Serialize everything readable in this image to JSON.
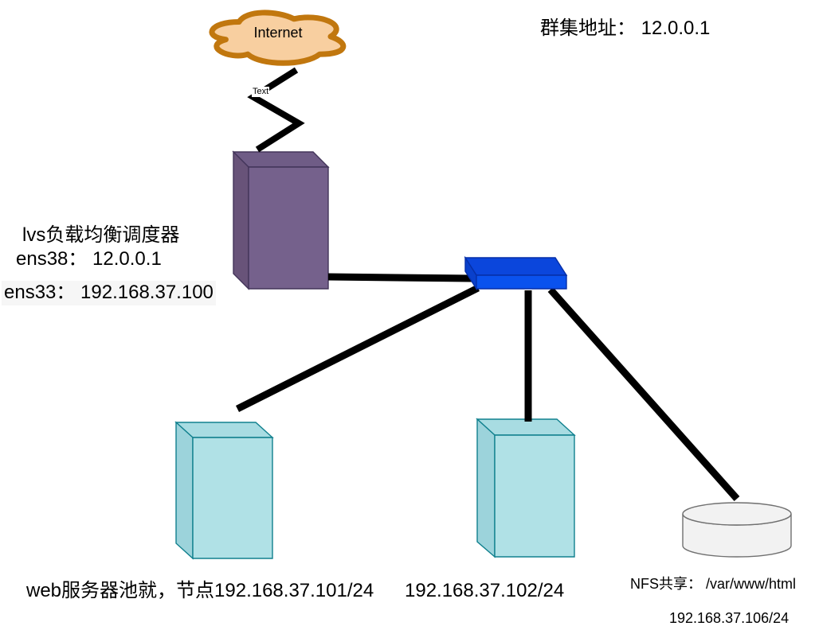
{
  "nodes": {
    "internet": {
      "label": "Internet"
    },
    "cluster": {
      "address": "群集地址： 12.0.0.1"
    },
    "lvs": {
      "name": "lvs负载均衡调度器",
      "ens38": "ens38： 12.0.0.1",
      "ens33": "ens33： 192.168.37.100"
    },
    "link": {
      "label": "Text"
    },
    "web_pool": {
      "line_left": "web服务器池就，节点192.168.37.101/24",
      "line_right": "192.168.37.102/24"
    },
    "nfs": {
      "share": "NFS共享： /var/www/html",
      "ip": "192.168.37.106/24"
    }
  },
  "colors": {
    "cloud_fill": "#F8CFA0",
    "cloud_stroke": "#C1770E",
    "lvs_front": "#75618C",
    "lvs_top": "#6F5C86",
    "lvs_side": "#685379",
    "lvs_stroke": "#43355A",
    "switch_top": "#0B46DC",
    "switch_front": "#0A52EE",
    "switch_side": "#0940CC",
    "switch_stroke": "#062FA8",
    "server_front": "#B0E1E6",
    "server_top": "#A8DCE2",
    "server_side": "#9CD3DB",
    "server_stroke": "#10808E",
    "nfs_fill": "#F2F2F2",
    "nfs_stroke": "#707070",
    "connector": "#000000"
  }
}
